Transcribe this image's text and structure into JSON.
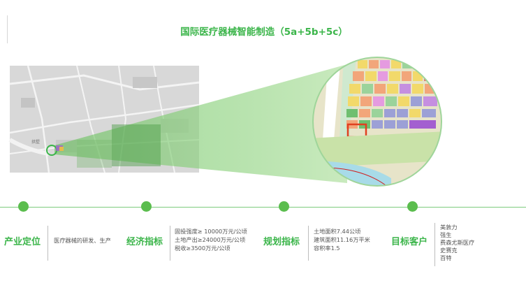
{
  "title": "国际医疗器械智能制造（5a+5b+5c）",
  "map": {
    "label_left": "拱墅",
    "colors": {
      "green_accent": "#5bbd4e",
      "highlight_red": "#e04020",
      "water": "#a8dbe8",
      "zoom_green": "#b7e3a8"
    }
  },
  "timeline": {
    "items": [
      {
        "category": "产业定位",
        "lines": [
          "医疗器械的研发、生产"
        ]
      },
      {
        "category": "经济指标",
        "lines": [
          "固投强度≥ 10000万元/公顷",
          "土地产出≥24000万元/公顷",
          "税收≥3500万元/公顷"
        ]
      },
      {
        "category": "规划指标",
        "lines": [
          "土地面积7.44公顷",
          "建筑面积11.16万平米",
          "容积率1.5"
        ]
      },
      {
        "category": "目标客户",
        "lines": [
          "美敦力",
          "强生",
          "费森尤斯医疗",
          "史赛克",
          "百特"
        ]
      }
    ]
  }
}
